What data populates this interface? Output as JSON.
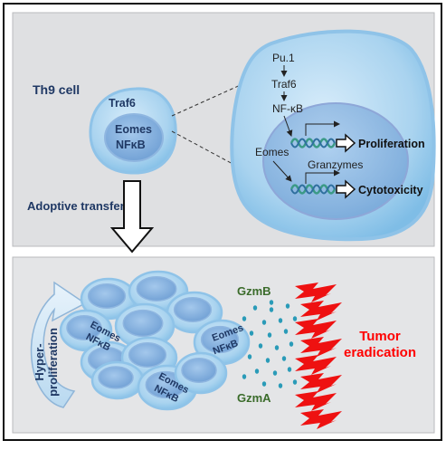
{
  "top": {
    "cell_label": "Th9 cell",
    "small_cell": {
      "outer_label": "Traf6",
      "inner_line1": "Eomes",
      "inner_line2": "NFκB"
    },
    "pathway": [
      "Pu.1",
      "Traf6",
      "NF-κB"
    ],
    "proliferation_label": "Proliferation",
    "eomes_label": "Eomes",
    "granzymes_label": "Granzymes",
    "cytotoxicity_label": "Cytotoxicity"
  },
  "transfer_label": "Adoptive transfer",
  "bottom": {
    "hyper_label_line1": "Hyper-",
    "hyper_label_line2": "proliferation",
    "cell_labels": [
      {
        "line1": "Eomes",
        "line2": "NFκB"
      },
      {
        "line1": "Eomes",
        "line2": "NFκB"
      },
      {
        "line1": "Eomes",
        "line2": "NFκB"
      }
    ],
    "gzmb_label": "GzmB",
    "gzma_label": "GzmA",
    "tumor_line1": "Tumor",
    "tumor_line2": "eradication"
  },
  "colors": {
    "cell_fill": "#a9d3ef",
    "nucleus_fill": "#7fb0de",
    "label_blue": "#1f3864",
    "green_text": "#3a6b2a",
    "red_text": "#ff0000",
    "bolt_red": "#ee1111",
    "dot_teal": "#2a9bb8"
  }
}
